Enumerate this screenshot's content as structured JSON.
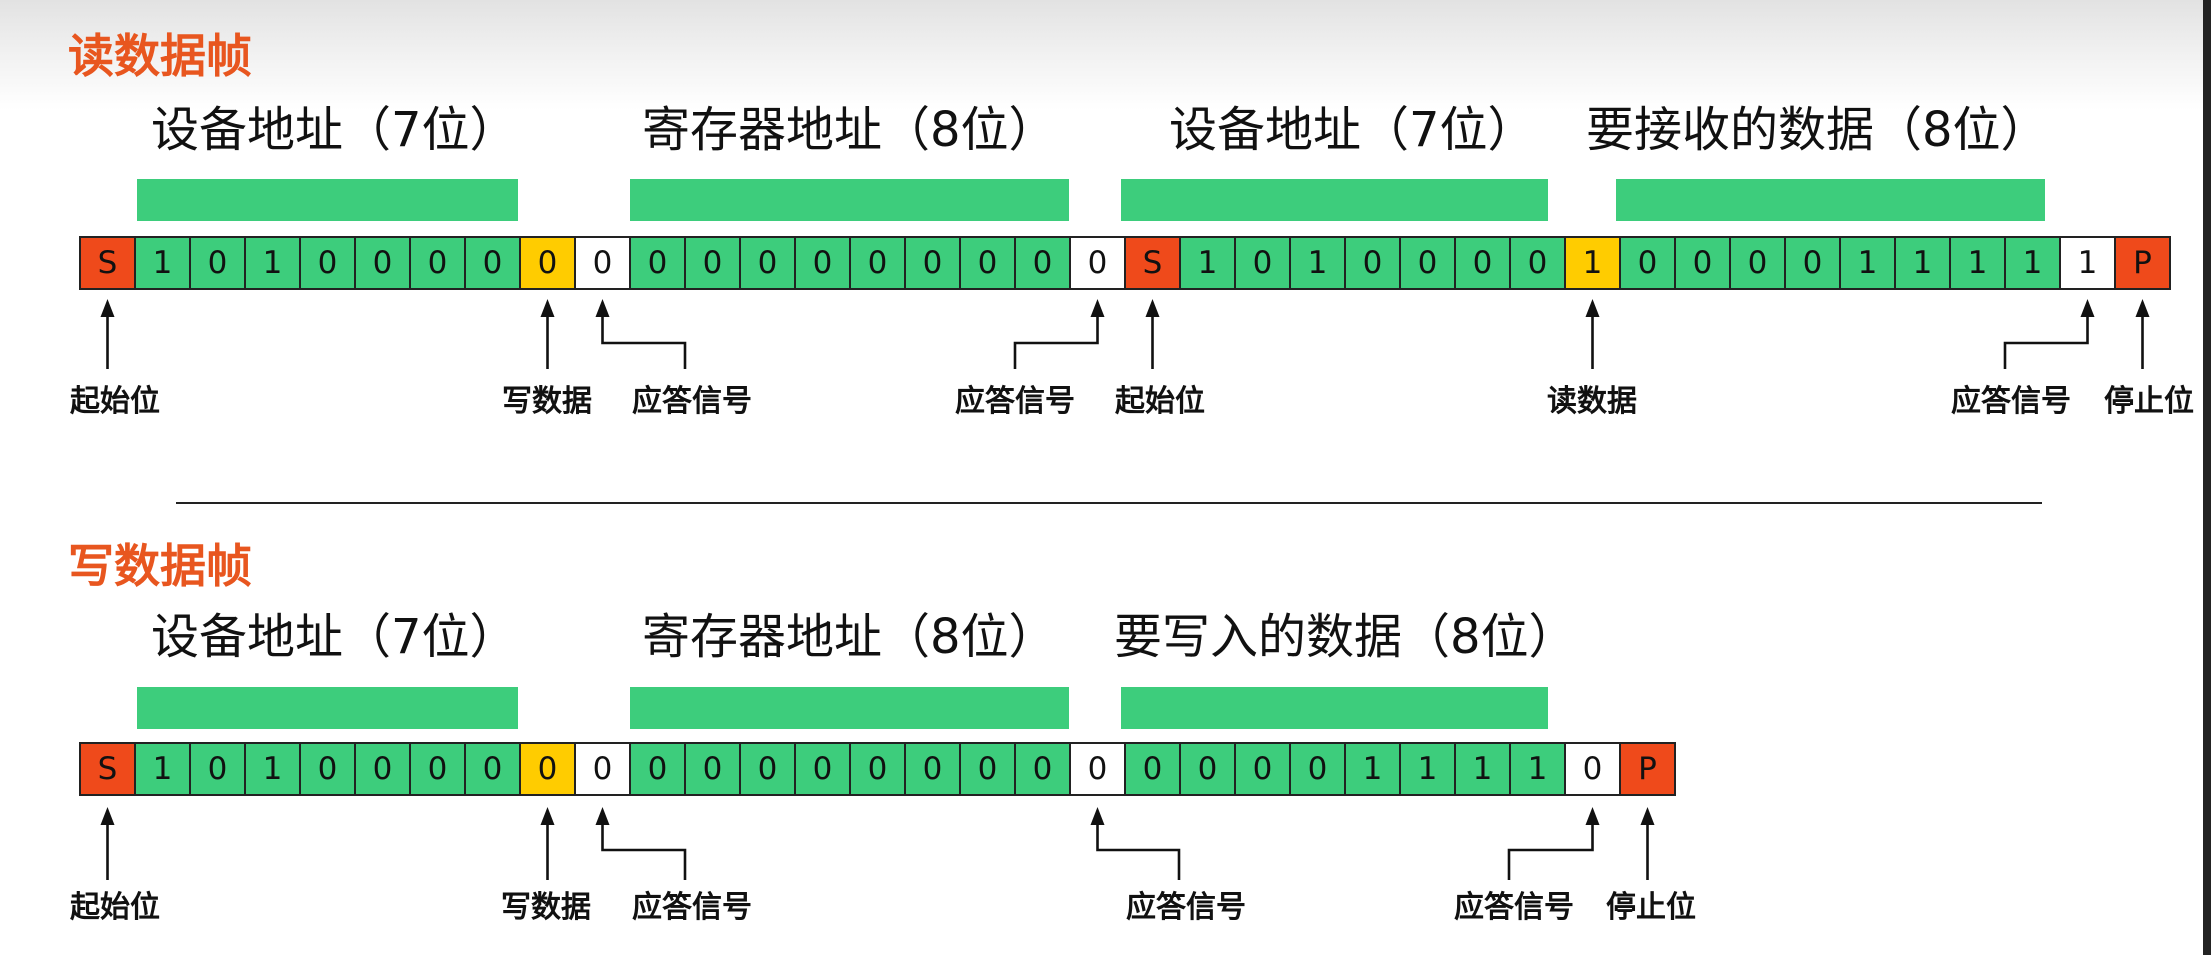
{
  "frames": [
    {
      "title": "读数据帧",
      "fields": [
        "设备地址（7位）",
        "寄存器地址（8位）",
        "设备地址（7位）",
        "要接收的数据（8位）"
      ],
      "cells": [
        {
          "text": "S",
          "fill": "red"
        },
        {
          "text": "1",
          "fill": "green"
        },
        {
          "text": "0",
          "fill": "green"
        },
        {
          "text": "1",
          "fill": "green"
        },
        {
          "text": "0",
          "fill": "green"
        },
        {
          "text": "0",
          "fill": "green"
        },
        {
          "text": "0",
          "fill": "green"
        },
        {
          "text": "0",
          "fill": "green"
        },
        {
          "text": "0",
          "fill": "yellow"
        },
        {
          "text": "0",
          "fill": "white"
        },
        {
          "text": "0",
          "fill": "green"
        },
        {
          "text": "0",
          "fill": "green"
        },
        {
          "text": "0",
          "fill": "green"
        },
        {
          "text": "0",
          "fill": "green"
        },
        {
          "text": "0",
          "fill": "green"
        },
        {
          "text": "0",
          "fill": "green"
        },
        {
          "text": "0",
          "fill": "green"
        },
        {
          "text": "0",
          "fill": "green"
        },
        {
          "text": "0",
          "fill": "white"
        },
        {
          "text": "S",
          "fill": "red"
        },
        {
          "text": "1",
          "fill": "green"
        },
        {
          "text": "0",
          "fill": "green"
        },
        {
          "text": "1",
          "fill": "green"
        },
        {
          "text": "0",
          "fill": "green"
        },
        {
          "text": "0",
          "fill": "green"
        },
        {
          "text": "0",
          "fill": "green"
        },
        {
          "text": "0",
          "fill": "green"
        },
        {
          "text": "1",
          "fill": "yellow"
        },
        {
          "text": "0",
          "fill": "green"
        },
        {
          "text": "0",
          "fill": "green"
        },
        {
          "text": "0",
          "fill": "green"
        },
        {
          "text": "0",
          "fill": "green"
        },
        {
          "text": "1",
          "fill": "green"
        },
        {
          "text": "1",
          "fill": "green"
        },
        {
          "text": "1",
          "fill": "green"
        },
        {
          "text": "1",
          "fill": "green"
        },
        {
          "text": "1",
          "fill": "white"
        },
        {
          "text": "P",
          "fill": "red"
        }
      ],
      "markers": [
        "起始位",
        "写数据",
        "应答信号",
        "应答信号",
        "起始位",
        "读数据",
        "应答信号",
        "停止位"
      ]
    },
    {
      "title": "写数据帧",
      "fields": [
        "设备地址（7位）",
        "寄存器地址（8位）",
        "要写入的数据（8位）"
      ],
      "cells": [
        {
          "text": "S",
          "fill": "red"
        },
        {
          "text": "1",
          "fill": "green"
        },
        {
          "text": "0",
          "fill": "green"
        },
        {
          "text": "1",
          "fill": "green"
        },
        {
          "text": "0",
          "fill": "green"
        },
        {
          "text": "0",
          "fill": "green"
        },
        {
          "text": "0",
          "fill": "green"
        },
        {
          "text": "0",
          "fill": "green"
        },
        {
          "text": "0",
          "fill": "yellow"
        },
        {
          "text": "0",
          "fill": "white"
        },
        {
          "text": "0",
          "fill": "green"
        },
        {
          "text": "0",
          "fill": "green"
        },
        {
          "text": "0",
          "fill": "green"
        },
        {
          "text": "0",
          "fill": "green"
        },
        {
          "text": "0",
          "fill": "green"
        },
        {
          "text": "0",
          "fill": "green"
        },
        {
          "text": "0",
          "fill": "green"
        },
        {
          "text": "0",
          "fill": "green"
        },
        {
          "text": "0",
          "fill": "white"
        },
        {
          "text": "0",
          "fill": "green"
        },
        {
          "text": "0",
          "fill": "green"
        },
        {
          "text": "0",
          "fill": "green"
        },
        {
          "text": "0",
          "fill": "green"
        },
        {
          "text": "1",
          "fill": "green"
        },
        {
          "text": "1",
          "fill": "green"
        },
        {
          "text": "1",
          "fill": "green"
        },
        {
          "text": "1",
          "fill": "green"
        },
        {
          "text": "0",
          "fill": "white"
        },
        {
          "text": "P",
          "fill": "red"
        }
      ],
      "markers": [
        "起始位",
        "写数据",
        "应答信号",
        "应答信号",
        "应答信号",
        "停止位"
      ]
    }
  ],
  "colors": {
    "title": "#E8561F",
    "red": "#EF4A1B",
    "green": "#3DCD7C",
    "yellow": "#FFCC00",
    "white": "#FFFFFF",
    "line": "#111111"
  }
}
